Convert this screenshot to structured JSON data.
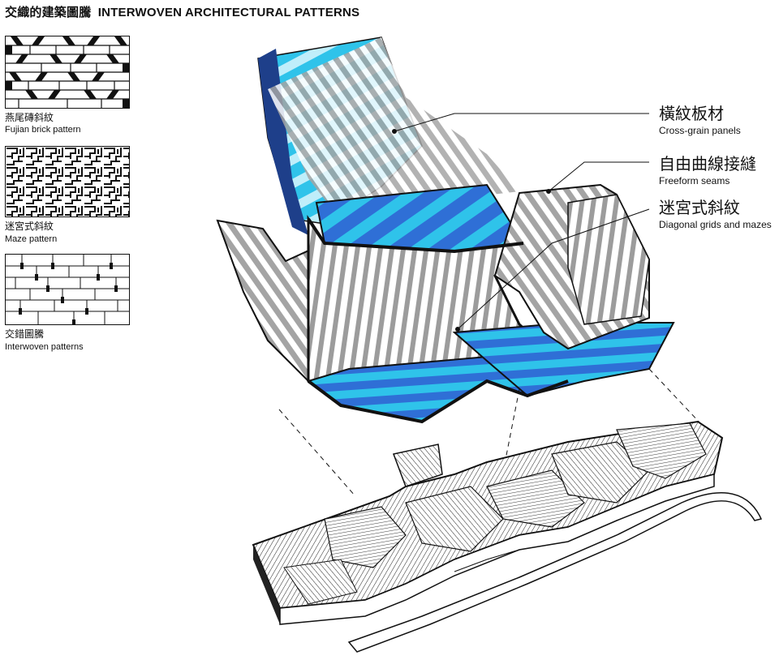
{
  "header": {
    "title_cn": "交織的建築圖騰",
    "title_en": "INTERWOVEN ARCHITECTURAL PATTERNS"
  },
  "legend": {
    "items": [
      {
        "label_cn": "燕尾磚斜紋",
        "label_en": "Fujian brick pattern"
      },
      {
        "label_cn": "迷宮式斜紋",
        "label_en": "Maze pattern"
      },
      {
        "label_cn": "交錯圖騰",
        "label_en": "Interwoven patterns"
      }
    ]
  },
  "callouts": [
    {
      "label_cn": "橫紋板材",
      "label_en": "Cross-grain panels"
    },
    {
      "label_cn": "自由曲線接縫",
      "label_en": "Freeform seams"
    },
    {
      "label_cn": "迷宮式斜紋",
      "label_en": "Diagonal grids and mazes"
    }
  ],
  "colors": {
    "cyan": "#2fc3ea",
    "blue": "#2f6fd6",
    "grey_stripe": "#9a9a9a",
    "ink": "#111111"
  }
}
